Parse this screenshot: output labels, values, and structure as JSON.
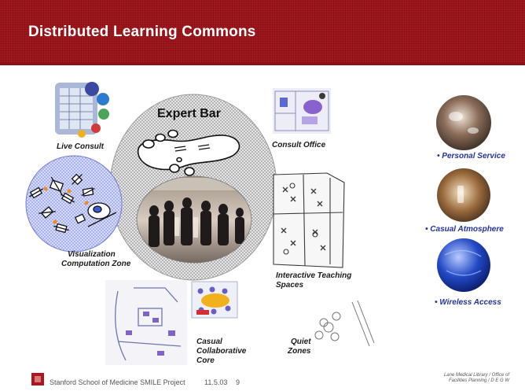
{
  "header": {
    "title": "Distributed Learning Commons"
  },
  "zones": {
    "expert_bar": "Expert Bar",
    "live_consult": "Live Consult",
    "visualization_line1": "Visualization",
    "visualization_line2": "Computation Zone",
    "consult_office": "Consult Office",
    "interactive_line1": "Interactive Teaching",
    "interactive_line2": "Spaces",
    "casual_line1": "Casual",
    "casual_line2": "Collaborative",
    "casual_line3": "Core",
    "quiet_line1": "Quiet",
    "quiet_line2": "Zones"
  },
  "services": {
    "personal": "• Personal Service",
    "casual": "• Casual Atmosphere",
    "wireless": "• Wireless Access"
  },
  "footer": {
    "institution": "Stanford School of Medicine SMILE Project",
    "date": "11.5.03",
    "page": "9",
    "credit_line1": "Lane Medical Library / Office of",
    "credit_line2": "Facilities Planning / D E G W"
  },
  "colors": {
    "title_bar": "#a8191f",
    "label_blue": "#23339a"
  }
}
